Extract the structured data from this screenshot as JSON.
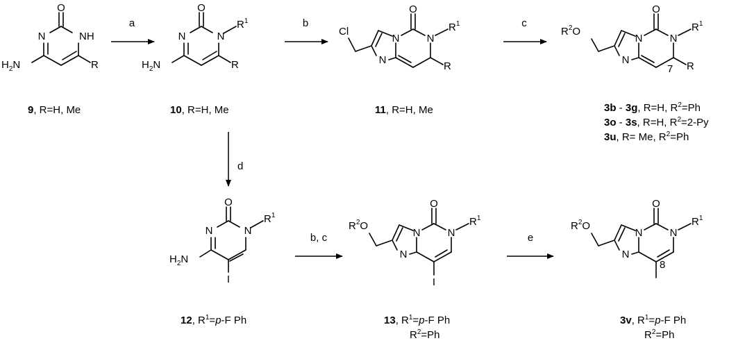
{
  "atoms": {
    "O": "O",
    "N": "N",
    "NH": "NH",
    "H2N": "H",
    "H2N_sub": "2",
    "H2N_N": "N",
    "R": "R",
    "R1": "R",
    "R1_sup": "1",
    "R2": "R",
    "R2_sup": "2",
    "Cl": "Cl",
    "I": "I",
    "pos7": "7",
    "pos8": "8"
  },
  "reagents": {
    "a": "a",
    "b": "b",
    "c": "c",
    "d": "d",
    "bc": "b, c",
    "e": "e"
  },
  "compounds": {
    "c9": {
      "num": "9",
      "desc": ", R=H, Me"
    },
    "c10": {
      "num": "10",
      "desc": ", R=H, Me"
    },
    "c11": {
      "num": "11",
      "desc": ", R=H, Me"
    },
    "c3": [
      {
        "a": "3b",
        "sep": " - ",
        "b": "3g",
        "desc": ", R=H, R",
        "sup": "2",
        "tail": "=Ph"
      },
      {
        "a": "3o",
        "sep": " - ",
        "b": "3s",
        "desc": ", R=H, R",
        "sup": "2",
        "tail": "=2-Py"
      },
      {
        "a": "3u",
        "sep": "",
        "b": "",
        "desc": ", R= Me, R",
        "sup": "2",
        "tail": "=Ph"
      }
    ],
    "c12": {
      "num": "12",
      "desc1": ", R",
      "sup1": "1",
      "desc2": "=",
      "ital": "p",
      "desc3": "-F Ph"
    },
    "c13": {
      "num": "13",
      "desc1": ", R",
      "sup1": "1",
      "desc2": "=",
      "ital": "p",
      "desc3": "-F Ph",
      "line2": "R",
      "line2_sup": "2",
      "line2_tail": "=Ph"
    },
    "c3v": {
      "num": "3v",
      "desc1": ", R",
      "sup1": "1",
      "desc2": "=",
      "ital": "p",
      "desc3": "-F Ph",
      "line2": "R",
      "line2_sup": "2",
      "line2_tail": "=Ph"
    }
  }
}
